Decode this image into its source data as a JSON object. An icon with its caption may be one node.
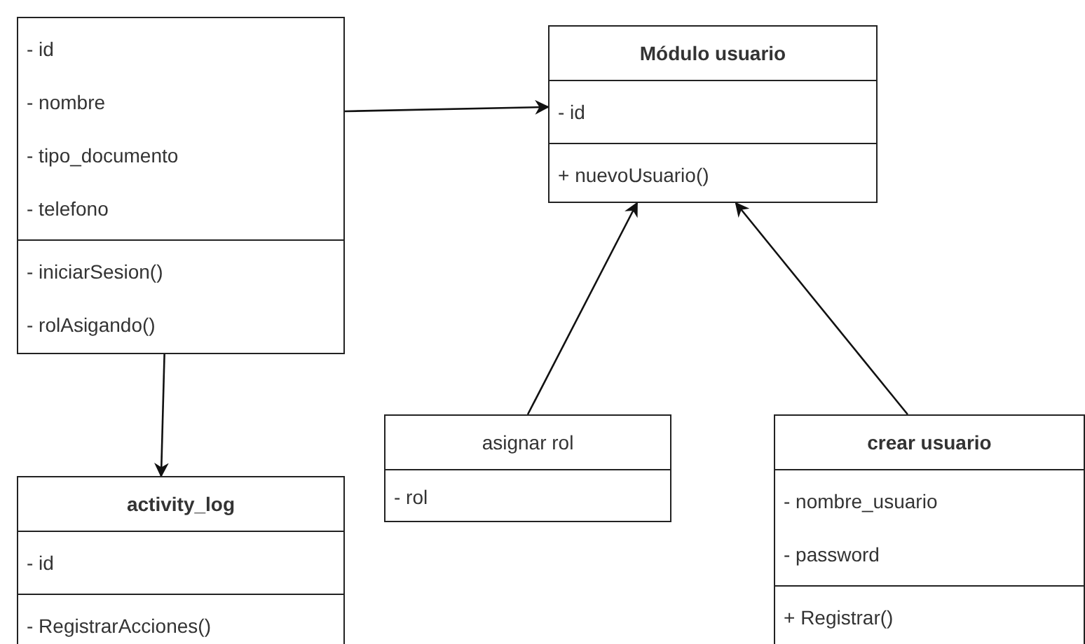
{
  "diagram": {
    "nodes": [
      {
        "text": [
          "- id",
          "- nombre",
          "- tipo_documento",
          "- telefono",
          "- iniciarSesion()",
          "- rolAsigando()"
        ]
      },
      {
        "text": [
          "Módulo usuario",
          "- id",
          "+ nuevoUsuario()"
        ]
      },
      {
        "text": [
          "activity_log",
          "- id",
          "- RegistrarAcciones()"
        ]
      },
      {
        "text": [
          "asignar rol",
          "- rol"
        ]
      },
      {
        "text": [
          "crear usuario",
          "- nombre_usuario",
          "- password",
          "+ Registrar()"
        ]
      }
    ],
    "edges": [
      {
        "from": 0,
        "to": 1,
        "arrow": "to"
      },
      {
        "from": 0,
        "to": 2,
        "arrow": "to"
      },
      {
        "from": 3,
        "to": 1,
        "arrow": "to"
      },
      {
        "from": 4,
        "to": 1,
        "arrow": "to"
      }
    ]
  }
}
